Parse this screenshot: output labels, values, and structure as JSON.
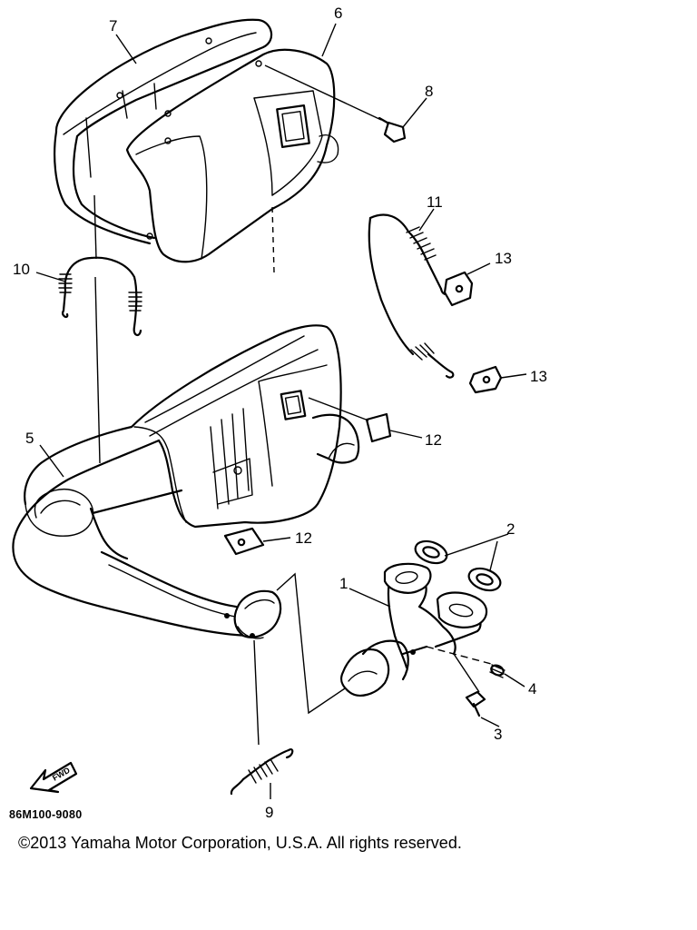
{
  "diagram": {
    "callouts": [
      "1",
      "2",
      "3",
      "4",
      "5",
      "6",
      "7",
      "8",
      "9",
      "10",
      "11",
      "12",
      "12",
      "13",
      "13"
    ],
    "front_arrow_text": "FWD",
    "reference_code": "86M100-9080",
    "copyright": "©2013 Yamaha Motor Corporation, U.S.A. All rights reserved."
  }
}
